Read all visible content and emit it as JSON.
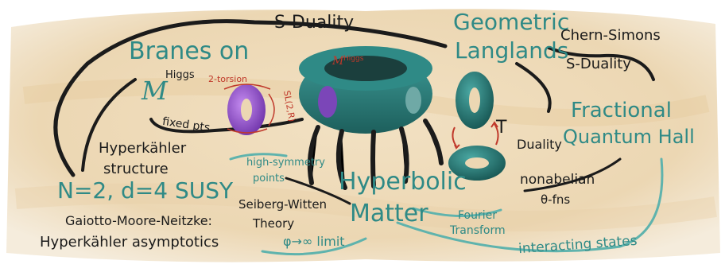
{
  "labels": {
    "s_duality_top": "S-Duality",
    "branes_on": "Branes on",
    "m_higgs": "M",
    "m_higgs_sup": "Higgs",
    "two_torsion": "2-torsion",
    "sl2r": "SL(2,R)",
    "fixed_pts": "fixed pts",
    "ring_label": "M",
    "ring_label_sup": "Higgs",
    "geometric": "Geometric",
    "langlands": "Langlands",
    "chern_simons": "Chern-Simons",
    "s_duality_right": "S-Duality",
    "fractional": "Fractional",
    "quantum_hall": "Quantum Hall",
    "t": "T",
    "duality": "Duality",
    "hyperkahler": "Hyperkähler",
    "structure": "structure",
    "high_symmetry": "high-symmetry",
    "points": "points",
    "hyperbolic": "Hyperbolic",
    "matter": "Matter",
    "nonabelian": "nonabelian",
    "theta_fns": "θ-fns",
    "n2d4": "N=2, d=4 SUSY",
    "seiberg_witten": "Seiberg-Witten",
    "theory": "Theory",
    "fourier": "Fourier",
    "transform": "Transform",
    "gmn": "Gaiotto-Moore-Neitzke:",
    "hk_asymptotics": "Hyperkähler asymptotics",
    "phi_limit": "φ→∞ limit",
    "interacting_states": "interacting states"
  },
  "colors": {
    "paper": "#efdcbd",
    "teal_text": "#2f8a86",
    "ink": "#1b1b1b",
    "teal_line": "#5fb3ad",
    "red_accent": "#c0392b",
    "purple_torus": "#9a4fd1",
    "teal_torus": "#1f6f6c"
  }
}
